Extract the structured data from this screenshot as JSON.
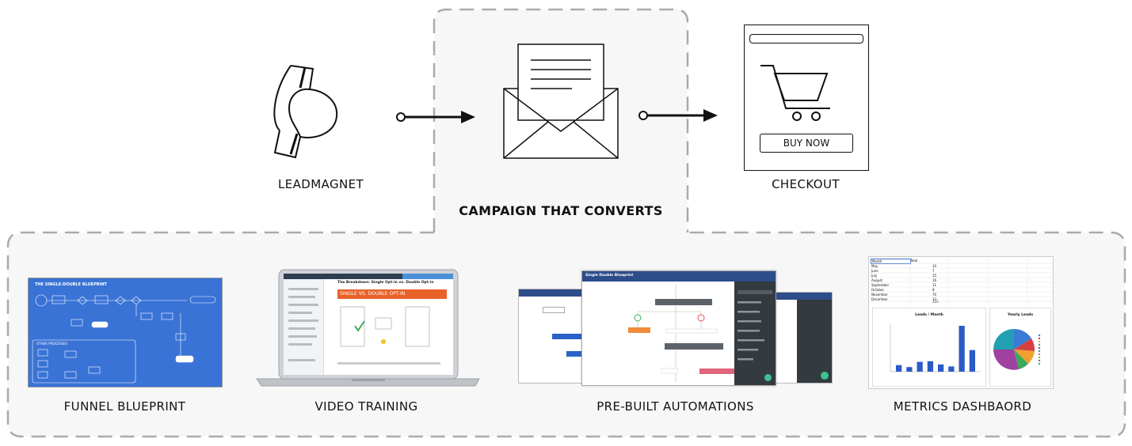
{
  "top": {
    "leadmagnet_label": "LEADMAGNET",
    "campaign_label": "CAMPAIGN THAT CONVERTS",
    "checkout_label": "CHECKOUT",
    "buy_now": "BUY NOW"
  },
  "bottom": {
    "funnel_label": "FUNNEL BLUEPRINT",
    "video_label": "VIDEO TRAINING",
    "automations_label": "PRE-BUILT AUTOMATIONS",
    "metrics_label": "METRICS DASHBAORD"
  },
  "blueprint": {
    "title": "THE SINGLE-DOUBLE BLUEPRINT",
    "other": "OTHER PROCESSES"
  },
  "video": {
    "banner": "SINGLE VS. DOUBLE OPT-IN",
    "heading": "The Breakdown: Single Opt-in vs. Double Opt-in"
  },
  "automation": {
    "title": "Single Double Blueprint"
  },
  "metrics": {
    "col1": "Month",
    "col2": "Total",
    "leads_title": "Leads / Month",
    "yearly_title": "Yearly Leads",
    "rows": [
      [
        "May",
        "10"
      ],
      [
        "June",
        "7"
      ],
      [
        "July",
        "15"
      ],
      [
        "August",
        "16"
      ],
      [
        "September",
        "11"
      ],
      [
        "October",
        "8"
      ],
      [
        "November",
        "70"
      ],
      [
        "December",
        "33"
      ]
    ],
    "total": "210"
  },
  "colors": {
    "stroke": "#111111",
    "dash": "#aaaaaa",
    "panel": "#f7f7f7",
    "blueprint_bg": "#3a73d6",
    "banner": "#e8622a",
    "bar": "#2b5bc7"
  }
}
